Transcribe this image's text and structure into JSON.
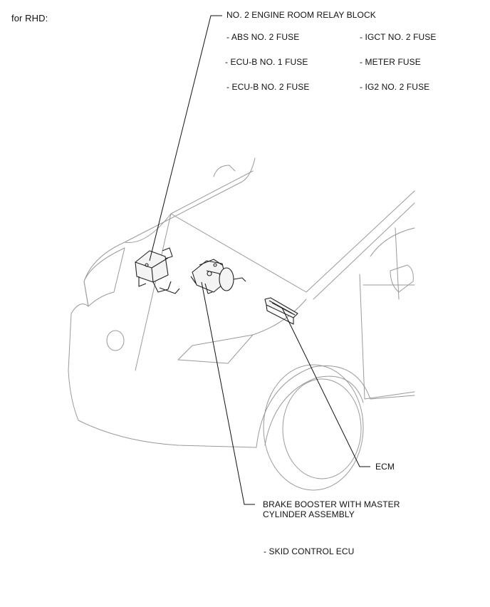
{
  "variant": "for RHD:",
  "relay_block": {
    "title": "NO. 2 ENGINE ROOM RELAY BLOCK",
    "fuses_left": [
      "- ABS NO. 2 FUSE",
      "- ECU-B NO. 1 FUSE",
      "- ECU-B NO. 2 FUSE"
    ],
    "fuses_right": [
      "- IGCT NO. 2 FUSE",
      "- METER FUSE",
      "- IG2 NO. 2 FUSE"
    ]
  },
  "ecm": {
    "label": "ECM"
  },
  "brake_booster": {
    "line1": "BRAKE BOOSTER WITH MASTER",
    "line2": "CYLINDER ASSEMBLY",
    "sub": "- SKID CONTROL ECU"
  },
  "colors": {
    "car_outline": "#9a9a9a",
    "parts": "#222222",
    "text": "#111111"
  }
}
